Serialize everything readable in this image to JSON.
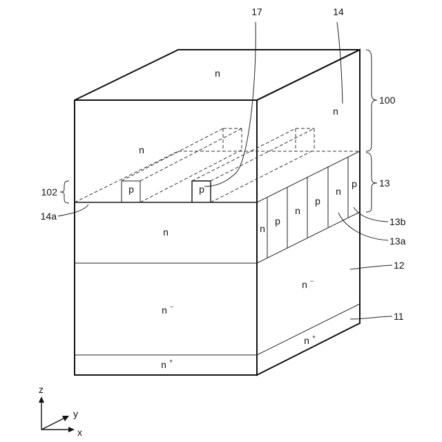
{
  "labels": {
    "ref_17": "17",
    "ref_14": "14",
    "ref_100": "100",
    "ref_13": "13",
    "ref_102": "102",
    "ref_14a": "14a",
    "ref_13b": "13b",
    "ref_13a": "13a",
    "ref_12": "12",
    "ref_11": "11"
  },
  "regions": {
    "n": "n",
    "p": "p",
    "n_minus_base": "n",
    "minus": "−",
    "n_plus_base": "n",
    "plus": "+"
  },
  "axes": {
    "z": "z",
    "y": "y",
    "x": "x"
  }
}
